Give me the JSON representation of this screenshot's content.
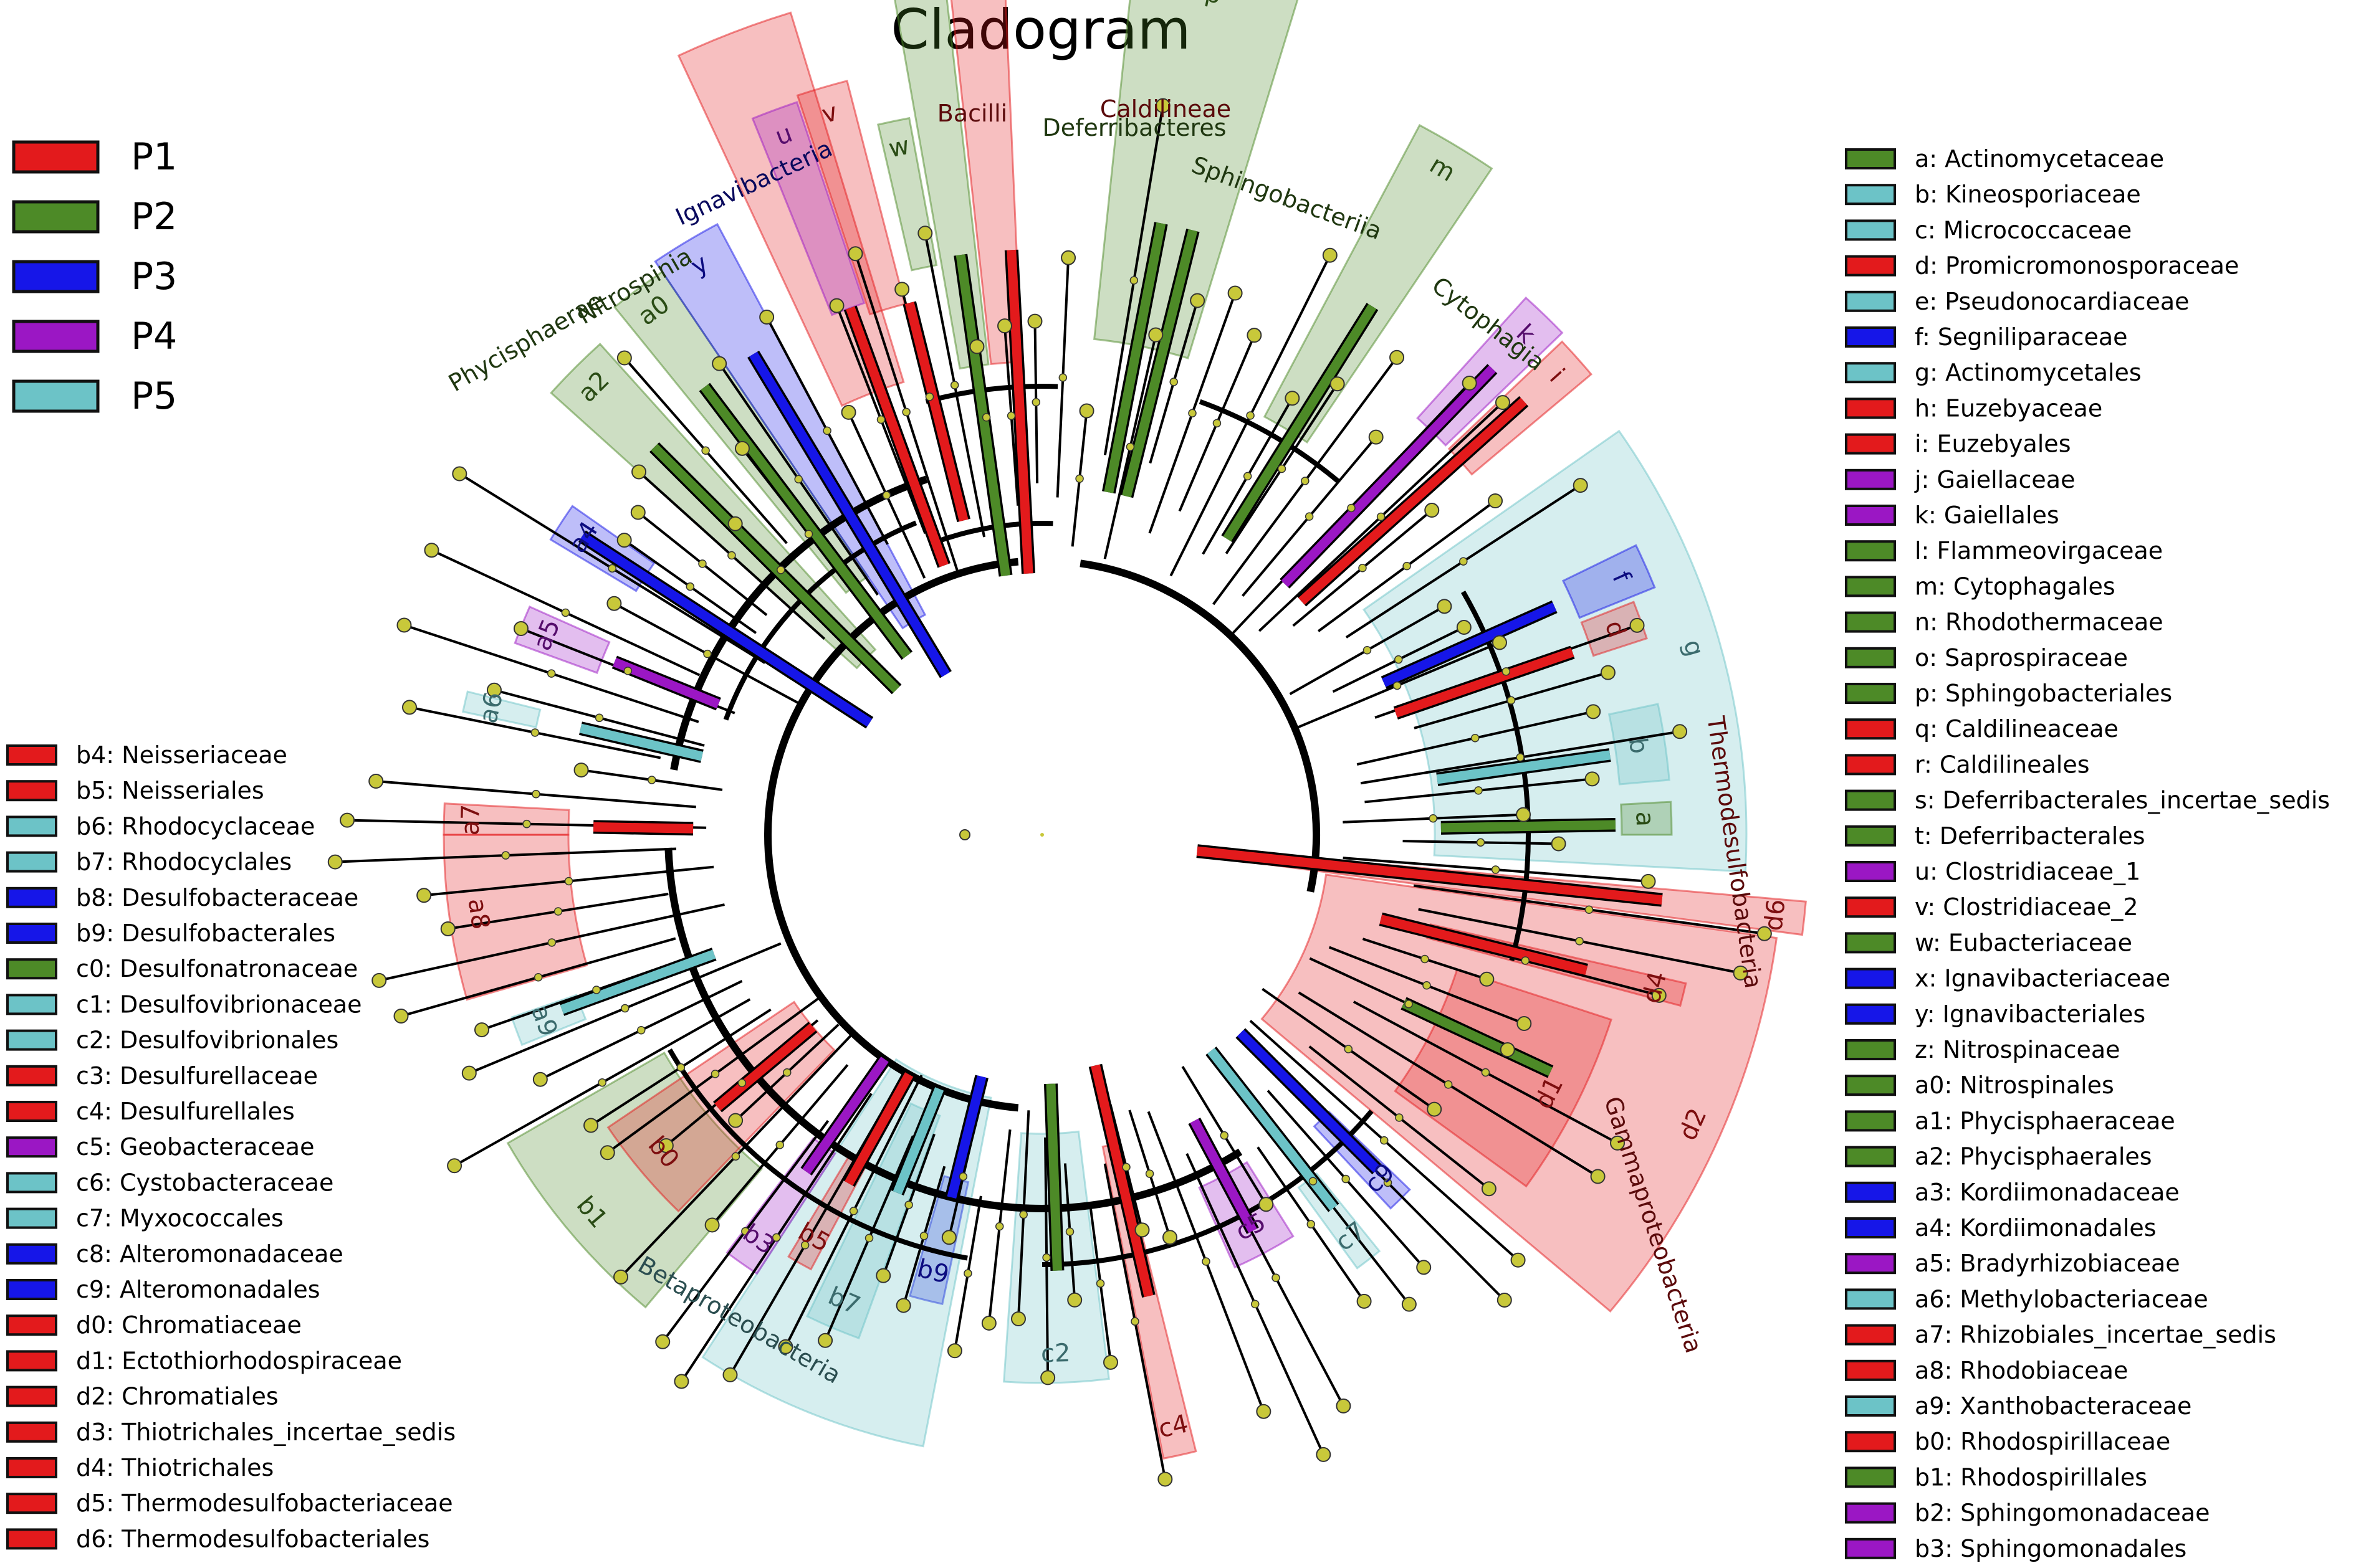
{
  "title": "Cladogram",
  "groups": [
    {
      "label": "P1",
      "color": "#e31a1c"
    },
    {
      "label": "P2",
      "color": "#4d8a27"
    },
    {
      "label": "P3",
      "color": "#1616e8"
    },
    {
      "label": "P4",
      "color": "#9b17c4"
    },
    {
      "label": "P5",
      "color": "#6cc3c7"
    }
  ],
  "left_taxa": [
    {
      "code": "b4",
      "name": "Neisseriaceae",
      "group": "P1"
    },
    {
      "code": "b5",
      "name": "Neisseriales",
      "group": "P1"
    },
    {
      "code": "b6",
      "name": "Rhodocyclaceae",
      "group": "P5"
    },
    {
      "code": "b7",
      "name": "Rhodocyclales",
      "group": "P5"
    },
    {
      "code": "b8",
      "name": "Desulfobacteraceae",
      "group": "P3"
    },
    {
      "code": "b9",
      "name": "Desulfobacterales",
      "group": "P3"
    },
    {
      "code": "c0",
      "name": "Desulfonatronaceae",
      "group": "P2"
    },
    {
      "code": "c1",
      "name": "Desulfovibrionaceae",
      "group": "P5"
    },
    {
      "code": "c2",
      "name": "Desulfovibrionales",
      "group": "P5"
    },
    {
      "code": "c3",
      "name": "Desulfurellaceae",
      "group": "P1"
    },
    {
      "code": "c4",
      "name": "Desulfurellales",
      "group": "P1"
    },
    {
      "code": "c5",
      "name": "Geobacteraceae",
      "group": "P4"
    },
    {
      "code": "c6",
      "name": "Cystobacteraceae",
      "group": "P5"
    },
    {
      "code": "c7",
      "name": "Myxococcales",
      "group": "P5"
    },
    {
      "code": "c8",
      "name": "Alteromonadaceae",
      "group": "P3"
    },
    {
      "code": "c9",
      "name": "Alteromonadales",
      "group": "P3"
    },
    {
      "code": "d0",
      "name": "Chromatiaceae",
      "group": "P1"
    },
    {
      "code": "d1",
      "name": "Ectothiorhodospiraceae",
      "group": "P1"
    },
    {
      "code": "d2",
      "name": "Chromatiales",
      "group": "P1"
    },
    {
      "code": "d3",
      "name": "Thiotrichales_incertae_sedis",
      "group": "P1"
    },
    {
      "code": "d4",
      "name": "Thiotrichales",
      "group": "P1"
    },
    {
      "code": "d5",
      "name": "Thermodesulfobacteriaceae",
      "group": "P1"
    },
    {
      "code": "d6",
      "name": "Thermodesulfobacteriales",
      "group": "P1"
    }
  ],
  "right_taxa": [
    {
      "code": "a",
      "name": "Actinomycetaceae",
      "group": "P2"
    },
    {
      "code": "b",
      "name": "Kineosporiaceae",
      "group": "P5"
    },
    {
      "code": "c",
      "name": "Micrococcaceae",
      "group": "P5"
    },
    {
      "code": "d",
      "name": "Promicromonosporaceae",
      "group": "P1"
    },
    {
      "code": "e",
      "name": "Pseudonocardiaceae",
      "group": "P5"
    },
    {
      "code": "f",
      "name": "Segniliparaceae",
      "group": "P3"
    },
    {
      "code": "g",
      "name": "Actinomycetales",
      "group": "P5"
    },
    {
      "code": "h",
      "name": "Euzebyaceae",
      "group": "P1"
    },
    {
      "code": "i",
      "name": "Euzebyales",
      "group": "P1"
    },
    {
      "code": "j",
      "name": "Gaiellaceae",
      "group": "P4"
    },
    {
      "code": "k",
      "name": "Gaiellales",
      "group": "P4"
    },
    {
      "code": "l",
      "name": "Flammeovirgaceae",
      "group": "P2"
    },
    {
      "code": "m",
      "name": "Cytophagales",
      "group": "P2"
    },
    {
      "code": "n",
      "name": "Rhodothermaceae",
      "group": "P2"
    },
    {
      "code": "o",
      "name": "Saprospiraceae",
      "group": "P2"
    },
    {
      "code": "p",
      "name": "Sphingobacteriales",
      "group": "P2"
    },
    {
      "code": "q",
      "name": "Caldilineaceae",
      "group": "P1"
    },
    {
      "code": "r",
      "name": "Caldilineales",
      "group": "P1"
    },
    {
      "code": "s",
      "name": "Deferribacterales_incertae_sedis",
      "group": "P2"
    },
    {
      "code": "t",
      "name": "Deferribacterales",
      "group": "P2"
    },
    {
      "code": "u",
      "name": "Clostridiaceae_1",
      "group": "P4"
    },
    {
      "code": "v",
      "name": "Clostridiaceae_2",
      "group": "P1"
    },
    {
      "code": "w",
      "name": "Eubacteriaceae",
      "group": "P2"
    },
    {
      "code": "x",
      "name": "Ignavibacteriaceae",
      "group": "P3"
    },
    {
      "code": "y",
      "name": "Ignavibacteriales",
      "group": "P3"
    },
    {
      "code": "z",
      "name": "Nitrospinaceae",
      "group": "P2"
    },
    {
      "code": "a0",
      "name": "Nitrospinales",
      "group": "P2"
    },
    {
      "code": "a1",
      "name": "Phycisphaeraceae",
      "group": "P2"
    },
    {
      "code": "a2",
      "name": "Phycisphaerales",
      "group": "P2"
    },
    {
      "code": "a3",
      "name": "Kordiimonadaceae",
      "group": "P3"
    },
    {
      "code": "a4",
      "name": "Kordiimonadales",
      "group": "P3"
    },
    {
      "code": "a5",
      "name": "Bradyrhizobiaceae",
      "group": "P4"
    },
    {
      "code": "a6",
      "name": "Methylobacteriaceae",
      "group": "P5"
    },
    {
      "code": "a7",
      "name": "Rhizobiales_incertae_sedis",
      "group": "P1"
    },
    {
      "code": "a8",
      "name": "Rhodobiaceae",
      "group": "P1"
    },
    {
      "code": "a9",
      "name": "Xanthobacteraceae",
      "group": "P5"
    },
    {
      "code": "b0",
      "name": "Rhodospirillaceae",
      "group": "P1"
    },
    {
      "code": "b1",
      "name": "Rhodospirillales",
      "group": "P2"
    },
    {
      "code": "b2",
      "name": "Sphingomonadaceae",
      "group": "P4"
    },
    {
      "code": "b3",
      "name": "Sphingomonadales",
      "group": "P4"
    }
  ],
  "clade_labels": [
    {
      "text": "Bacilli",
      "group": "P1"
    },
    {
      "text": "Deferribacteres",
      "group": "P2"
    },
    {
      "text": "Caldilineae",
      "group": "P1"
    },
    {
      "text": "Sphingobacteriia",
      "group": "P2"
    },
    {
      "text": "Cytophagia",
      "group": "P2"
    },
    {
      "text": "Ignavibacteria",
      "group": "P3"
    },
    {
      "text": "Nitrospinia",
      "group": "P2"
    },
    {
      "text": "Phycisphaerae",
      "group": "P2"
    },
    {
      "text": "Thermodesulfobacteria",
      "group": "P1"
    },
    {
      "text": "Gammaproteobacteria",
      "group": "P1"
    },
    {
      "text": "Betaproteobacteria",
      "group": "P5"
    }
  ]
}
